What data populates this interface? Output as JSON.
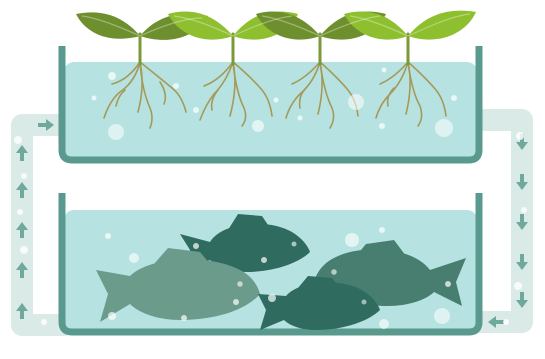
{
  "image": {
    "subject": "aquaponics-system",
    "parts": [
      "plants",
      "plant-tank",
      "fish-tank",
      "fish",
      "water-loop"
    ]
  },
  "colors": {
    "water": "#b6e3e1",
    "water_light": "#c8ecea",
    "tank_wall": "#5a9a8e",
    "leaf_dark": "#6e8f2d",
    "leaf_light": "#8ebf2f",
    "stem": "#7a9a3a",
    "root": "#a49a5a",
    "fish_dark": "#2f6b5f",
    "fish_mid": "#477e70",
    "fish_light": "#6b9b8b",
    "pipe": "#b9d8d4",
    "arrow": "#6fa89d",
    "bubble": "#ffffff"
  }
}
